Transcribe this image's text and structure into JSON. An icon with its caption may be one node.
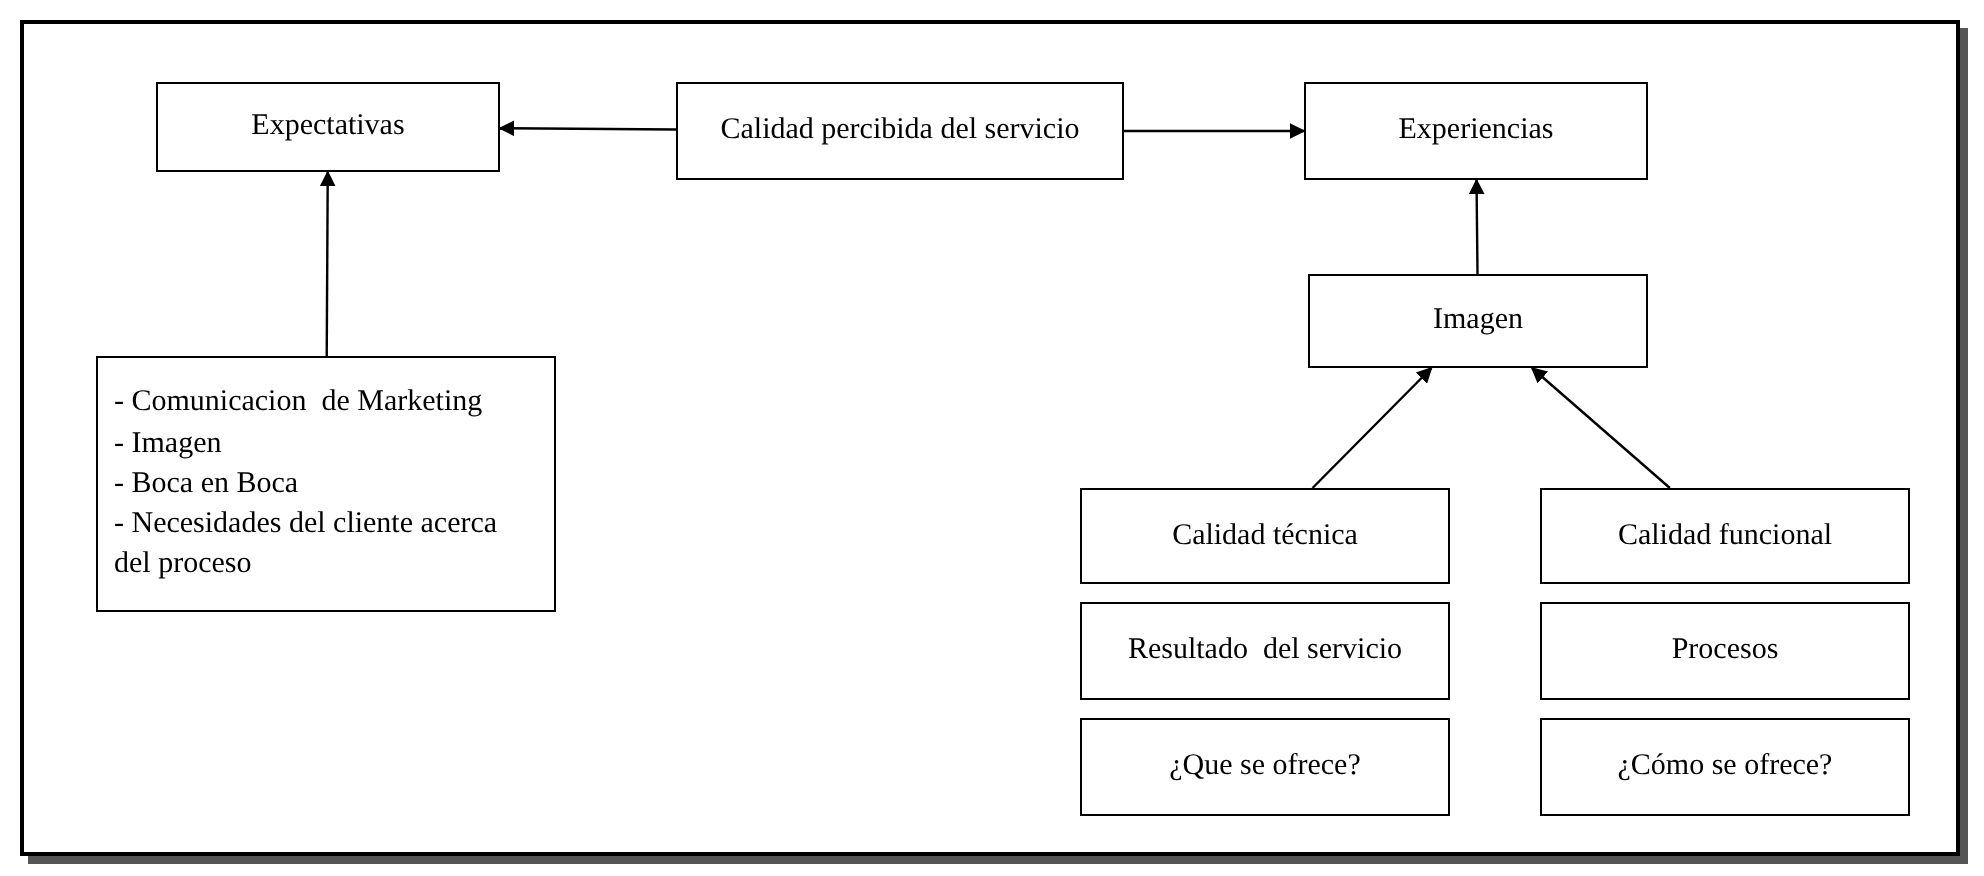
{
  "diagram": {
    "nodes": [
      {
        "text": [
          "Expectativas"
        ]
      },
      {
        "text": [
          "Calidad percibida del servicio"
        ]
      },
      {
        "text": [
          "Experiencias"
        ]
      },
      {
        "text": [
          "- Comunicacion  de Marketing",
          "- Imagen",
          "- Boca en Boca",
          "- Necesidades del cliente acerca del proceso"
        ]
      },
      {
        "text": [
          "Imagen"
        ]
      },
      {
        "text": [
          "Calidad técnica"
        ]
      },
      {
        "text": [
          "Calidad funcional"
        ]
      },
      {
        "text": [
          "Resultado  del servicio"
        ]
      },
      {
        "text": [
          "Procesos"
        ]
      },
      {
        "text": [
          "¿Que se ofrece?"
        ]
      },
      {
        "text": [
          "¿Cómo se ofrece?"
        ]
      }
    ],
    "edges": [
      {
        "from": 1,
        "to": 0,
        "arrow": "to"
      },
      {
        "from": 1,
        "to": 2,
        "arrow": "to"
      },
      {
        "from": 3,
        "to": 0,
        "arrow": "to"
      },
      {
        "from": 4,
        "to": 2,
        "arrow": "to"
      },
      {
        "from": 5,
        "to": 4,
        "arrow": "to"
      },
      {
        "from": 6,
        "to": 4,
        "arrow": "to"
      }
    ]
  }
}
